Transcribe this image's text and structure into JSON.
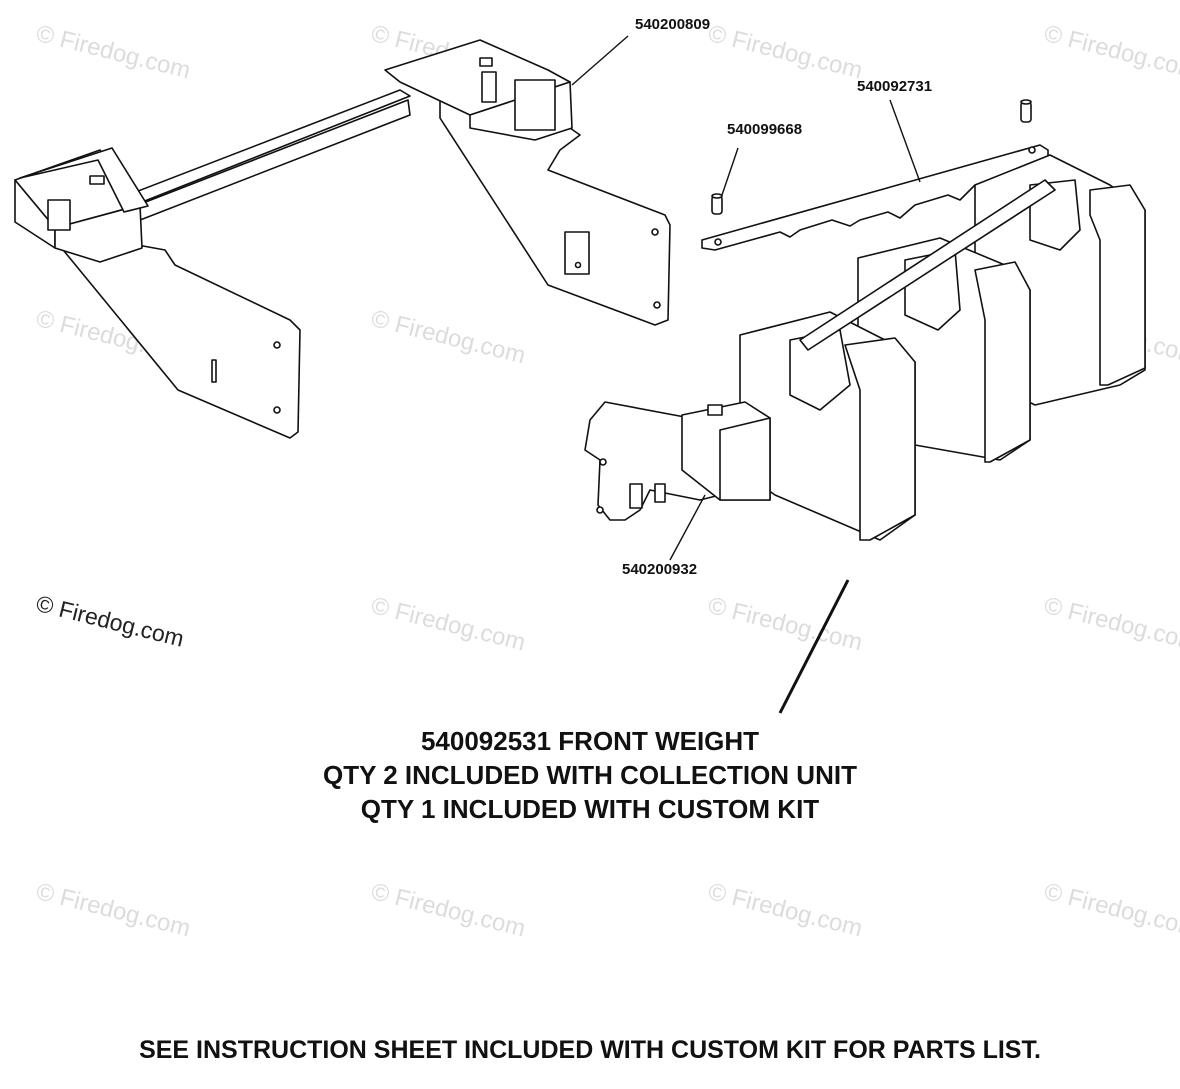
{
  "watermark": "© Firedog.com",
  "parts": {
    "mount_frame": "540200809",
    "pin": "540099668",
    "weight_bar": "540092731",
    "bracket": "540200932"
  },
  "caption": {
    "line1": "540092531 FRONT WEIGHT",
    "line2": "QTY 2 INCLUDED WITH COLLECTION UNIT",
    "line3": "QTY 1 INCLUDED WITH CUSTOM KIT"
  },
  "footer": "SEE INSTRUCTION SHEET INCLUDED WITH CUSTOM KIT FOR PARTS LIST."
}
